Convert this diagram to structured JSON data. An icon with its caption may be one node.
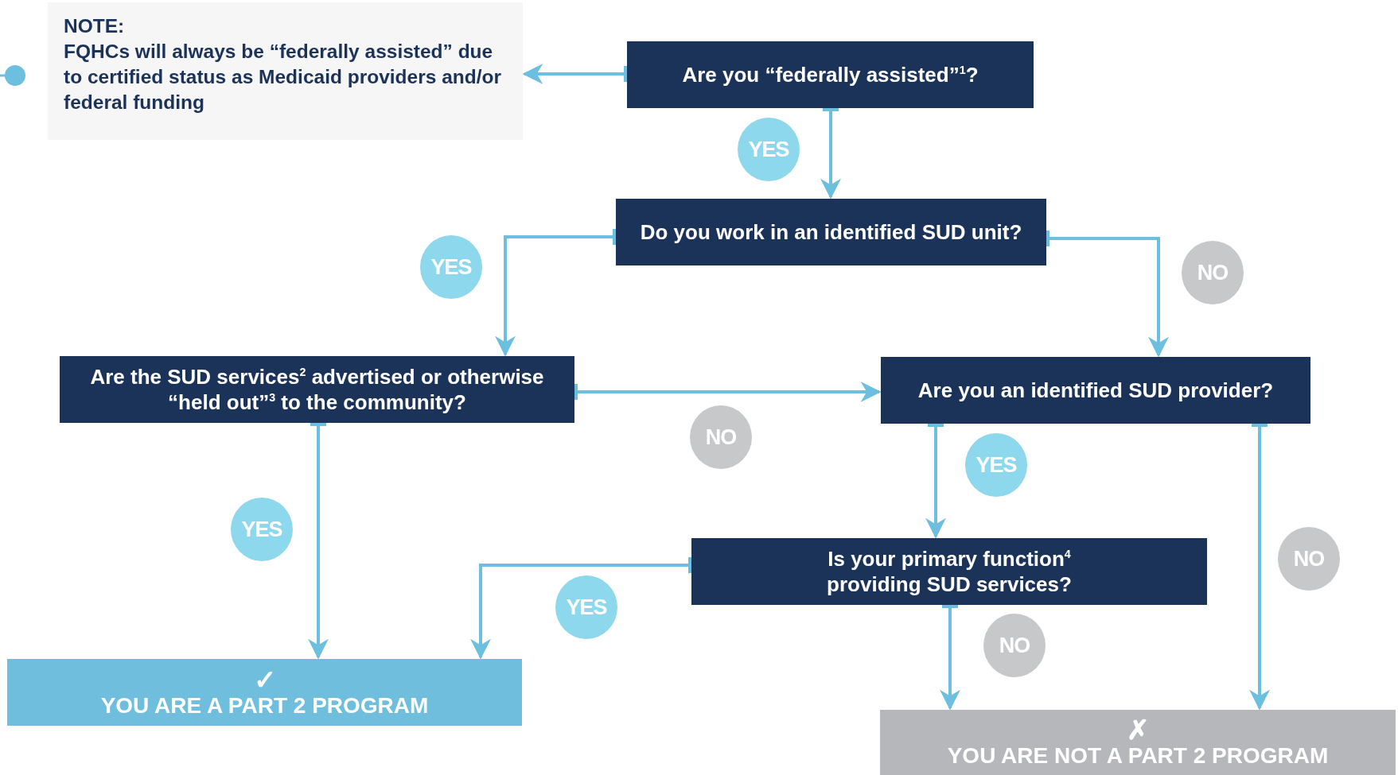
{
  "diagram": {
    "nodes": [
      {
        "text": [
          "NOTE:",
          "FQHCs will always be “federally assisted” due to certified status as Medicaid providers and/or federal funding"
        ]
      },
      {
        "text": [
          "Are you “federally assisted”$^{1}$?"
        ]
      },
      {
        "text": [
          "Do you work in an identified SUD unit?"
        ]
      },
      {
        "text": [
          "Are the SUD services$^{2}$ advertised or otherwise “held out”$^{3}$ to the community?"
        ]
      },
      {
        "text": [
          "Are you an identified SUD provider?"
        ]
      },
      {
        "text": [
          "Is your primary function$^{4}$ providing SUD services?"
        ]
      },
      {
        "text": [
          "✓",
          "YOU ARE A PART 2 PROGRAM"
        ]
      },
      {
        "text": [
          "✗",
          "YOU ARE NOT A PART 2 PROGRAM"
        ]
      }
    ],
    "edges": [
      {
        "from": 1,
        "to": 0,
        "arrow": "to"
      },
      {
        "from": 1,
        "to": 2,
        "arrow": "to",
        "label": "YES"
      },
      {
        "from": 2,
        "to": 3,
        "arrow": "to",
        "label": "YES"
      },
      {
        "from": 2,
        "to": 4,
        "arrow": "to",
        "label": "NO"
      },
      {
        "from": 3,
        "to": 4,
        "arrow": "to",
        "label": "NO"
      },
      {
        "from": 4,
        "to": 5,
        "arrow": "to",
        "label": "YES"
      },
      {
        "from": 4,
        "to": 7,
        "arrow": "to",
        "label": "NO"
      },
      {
        "from": 5,
        "to": 6,
        "arrow": "to",
        "label": "YES"
      },
      {
        "from": 3,
        "to": 6,
        "arrow": "to",
        "label": "YES"
      },
      {
        "from": 5,
        "to": 7,
        "arrow": "to",
        "label": "NO"
      }
    ]
  }
}
